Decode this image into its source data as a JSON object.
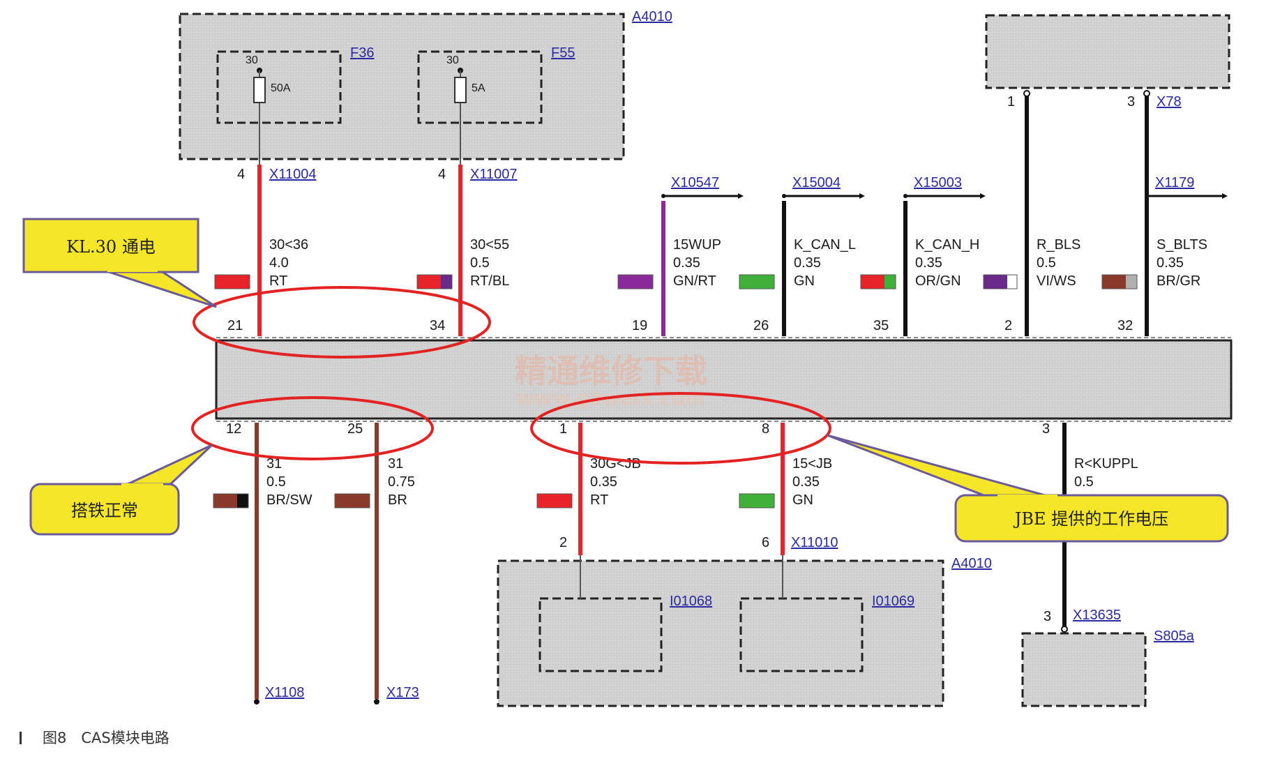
{
  "caption": "图8　CAS模块电路",
  "watermark": {
    "line1": "精通维修下载",
    "line2": "www.gzweix.com"
  },
  "modules": {
    "top_left": "A4010",
    "bottom": "A4010",
    "switch": "S805a",
    "fuse_f36": {
      "label": "F36",
      "terminal": "30",
      "rating": "50A"
    },
    "fuse_f55": {
      "label": "F55",
      "terminal": "30",
      "rating": "5A"
    },
    "insert_1": "I01068",
    "insert_2": "I01069"
  },
  "connectors": {
    "x11004": "X11004",
    "x11007": "X11007",
    "x10547": "X10547",
    "x15004": "X15004",
    "x15003": "X15003",
    "x78": "X78",
    "x1179": "X1179",
    "x11010": "X11010",
    "x13635": "X13635",
    "x1108": "X1108",
    "x173": "X173"
  },
  "top_wires": [
    {
      "signal": "30<36",
      "size": "4.0",
      "color": "RT",
      "pin": "21",
      "src_pin": "4",
      "swatch": [
        "#e8232a"
      ]
    },
    {
      "signal": "30<55",
      "size": "0.5",
      "color": "RT/BL",
      "pin": "34",
      "src_pin": "4",
      "swatch": [
        "#e8232a",
        "#6a2a8c"
      ]
    },
    {
      "signal": "15WUP",
      "size": "0.35",
      "color": "GN/RT",
      "pin": "19",
      "swatch": [
        "#8a2a9a"
      ]
    },
    {
      "signal": "K_CAN_L",
      "size": "0.35",
      "color": "GN",
      "pin": "26",
      "swatch": [
        "#3fb03a"
      ]
    },
    {
      "signal": "K_CAN_H",
      "size": "0.35",
      "color": "OR/GN",
      "pin": "35",
      "swatch": [
        "#e8232a",
        "#3fb03a"
      ]
    },
    {
      "signal": "R_BLS",
      "size": "0.5",
      "color": "VI/WS",
      "pin": "2",
      "src_pin": "1",
      "swatch": [
        "#6a2a8c",
        "#ffffff"
      ]
    },
    {
      "signal": "S_BLTS",
      "size": "0.35",
      "color": "BR/GR",
      "pin": "32",
      "src_pin": "3",
      "swatch": [
        "#8a3a2a",
        "#b0b0b0"
      ]
    }
  ],
  "bottom_wires": [
    {
      "signal": "31",
      "size": "0.5",
      "color": "BR/SW",
      "pin": "12",
      "swatch": [
        "#8a3a2a",
        "#111111"
      ]
    },
    {
      "signal": "31",
      "size": "0.75",
      "color": "BR",
      "pin": "25",
      "swatch": [
        "#8a3a2a"
      ]
    },
    {
      "signal": "30G<JB",
      "size": "0.35",
      "color": "RT",
      "pin": "1",
      "dst_pin": "2",
      "swatch": [
        "#e8232a"
      ]
    },
    {
      "signal": "15<JB",
      "size": "0.35",
      "color": "GN",
      "pin": "8",
      "dst_pin": "6",
      "swatch": [
        "#3fb03a"
      ]
    },
    {
      "signal": "R<KUPPL",
      "size": "0.5",
      "color": "",
      "pin": "3",
      "dst_pin": "3"
    }
  ],
  "callouts": {
    "kl30": "KL.30 通电",
    "ground": "搭铁正常",
    "jbe": "JBE 提供的工作电压"
  }
}
